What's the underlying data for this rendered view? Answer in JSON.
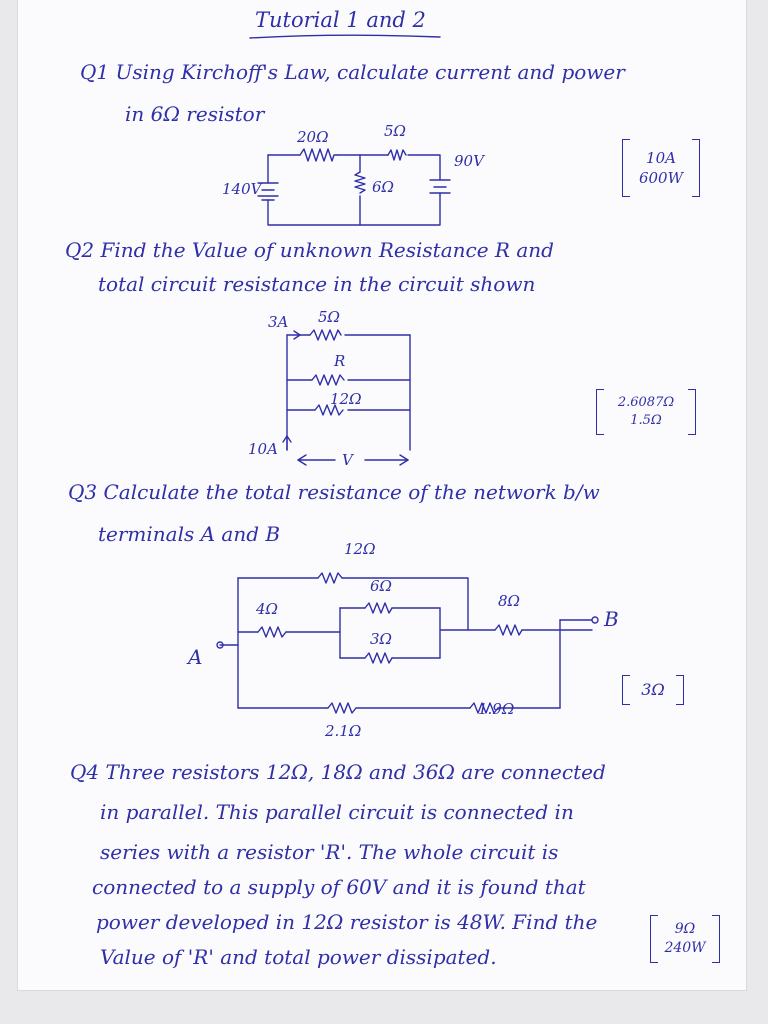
{
  "title": "Tutorial 1 and 2",
  "q1": {
    "line1": "Q1 Using Kirchoff's Law, calculate current and power",
    "line2": "in 6Ω resistor",
    "circuit": {
      "v_left": "140V",
      "r_top_left": "20Ω",
      "r_top_right": "5Ω",
      "r_middle": "6Ω",
      "v_right": "90V"
    },
    "answer": [
      "10A",
      "600W"
    ]
  },
  "q2": {
    "line1": "Q2 Find the Value of unknown Resistance R and",
    "line2": "total circuit resistance in the circuit shown",
    "circuit": {
      "current_top": "3A",
      "r_top": "5Ω",
      "r_middle": "R",
      "r_bottom": "12Ω",
      "current_left": "10A",
      "voltage": "V"
    },
    "answer": [
      "2.6087Ω",
      "1.5Ω"
    ]
  },
  "q3": {
    "line1": "Q3 Calculate the total resistance of the network b/w",
    "line2": "terminals A and B",
    "circuit": {
      "r_top": "12Ω",
      "r_left": "4Ω",
      "r_par_top": "6Ω",
      "r_par_bottom": "3Ω",
      "r_right": "8Ω",
      "r_bottom_left": "2.1Ω",
      "r_bottom_right": "1.9Ω",
      "terminal_a": "A",
      "terminal_b": "B"
    },
    "answer": [
      "3Ω"
    ]
  },
  "q4": {
    "lines": [
      "Q4 Three resistors 12Ω, 18Ω and 36Ω are connected",
      "in parallel. This parallel circuit is connected in",
      "series with a resistor 'R'. The whole circuit is",
      "connected to a supply of 60V and it is found that",
      "power developed in 12Ω resistor is 48W. Find the",
      "Value of 'R' and total power dissipated."
    ],
    "answer": [
      "9Ω",
      "240W"
    ]
  }
}
